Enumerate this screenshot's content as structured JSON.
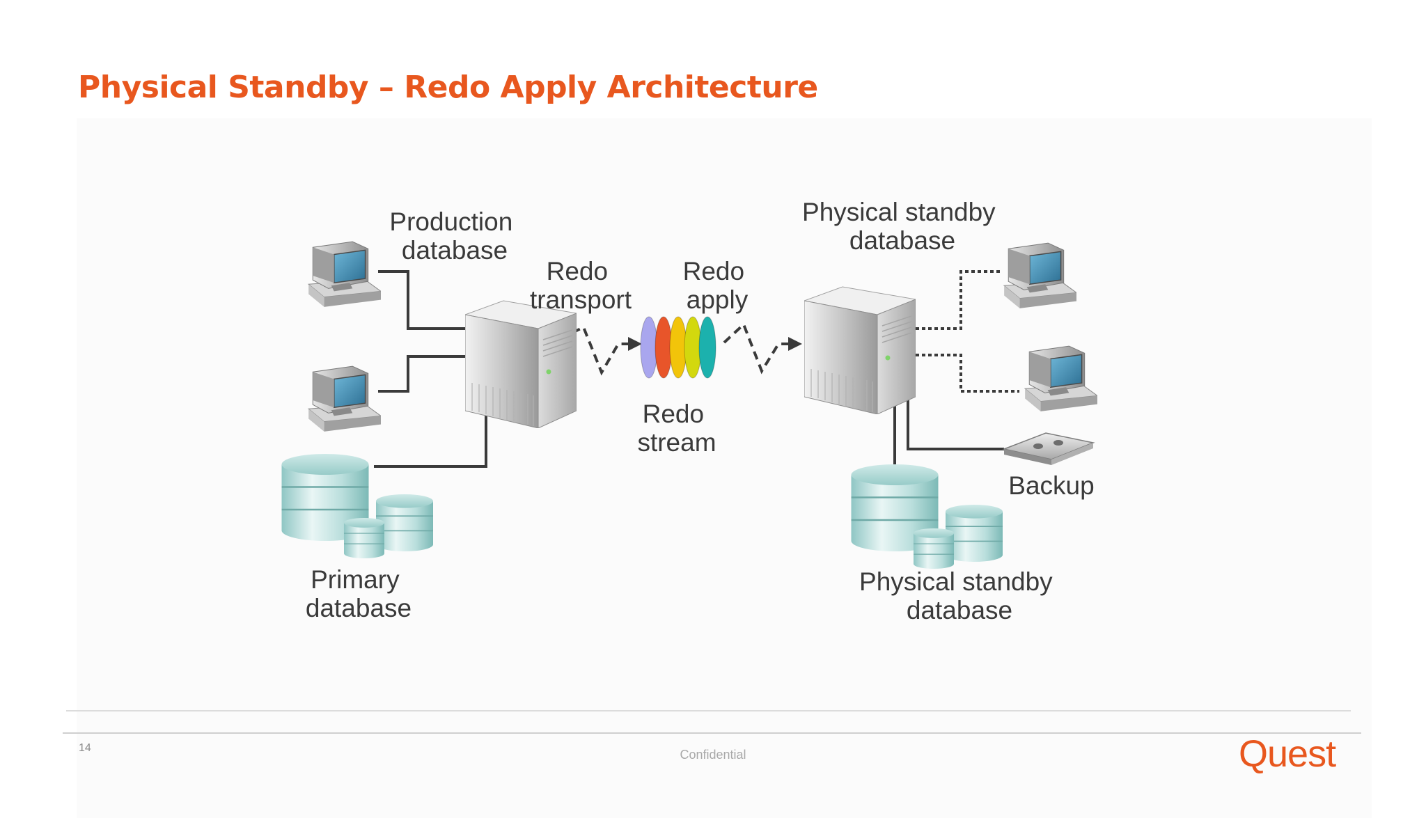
{
  "slide": {
    "title": "Physical Standby – Redo Apply Architecture",
    "page_number": "14",
    "footer_text": "Confidential",
    "logo_text": "Quest"
  },
  "labels": {
    "production_database": [
      "Production",
      "database"
    ],
    "redo_transport": [
      "Redo",
      "transport"
    ],
    "redo_apply": [
      "Redo",
      "apply"
    ],
    "redo_stream": [
      "Redo",
      "stream"
    ],
    "standby_database_top": [
      "Physical standby",
      "database"
    ],
    "primary_database": [
      "Primary",
      "database"
    ],
    "standby_database_bottom": [
      "Physical standby",
      "database"
    ],
    "backup": "Backup"
  },
  "colors": {
    "title": "#e8571e",
    "accent": "#e8571e",
    "redo_stream_discs": [
      "#a9a6ee",
      "#e8552a",
      "#f2c40a",
      "#d3d80e",
      "#1cb1ad"
    ]
  },
  "icons": [
    "monitor-icon",
    "server-tower-icon",
    "database-stack-icon",
    "tape-backup-icon",
    "redo-stream-discs-icon"
  ]
}
